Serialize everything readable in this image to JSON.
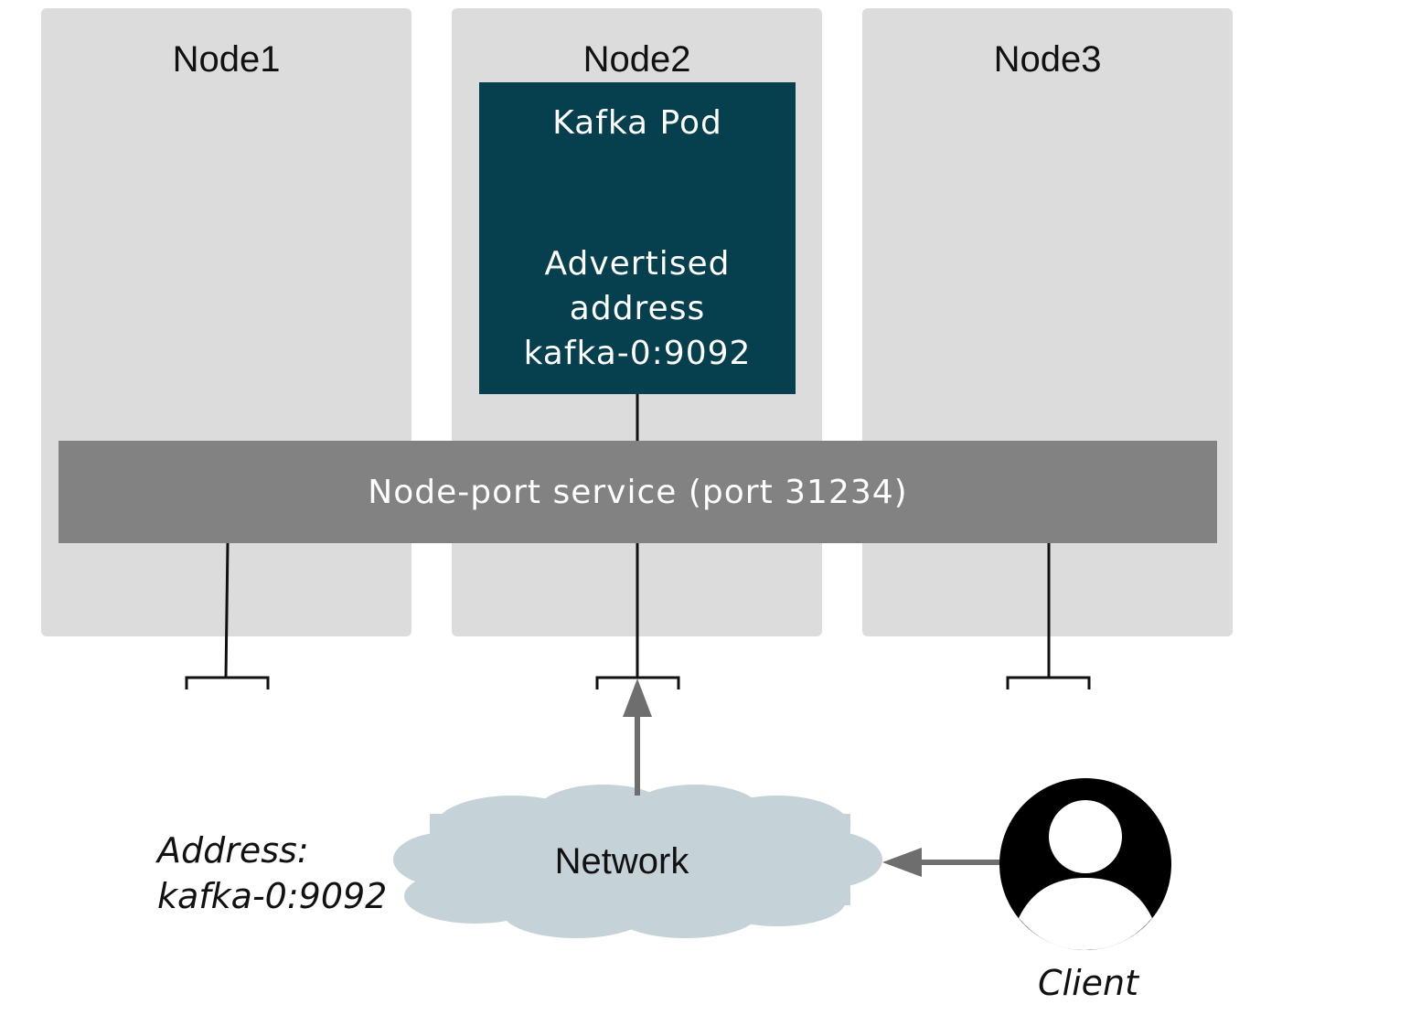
{
  "nodes": [
    {
      "title": "Node1"
    },
    {
      "title": "Node2"
    },
    {
      "title": "Node3"
    }
  ],
  "pod": {
    "title": "Kafka Pod",
    "address_lines": [
      "Advertised",
      "address",
      "kafka-0:9092"
    ]
  },
  "service": {
    "label": "Node-port service (port 31234)"
  },
  "network": {
    "label": "Network"
  },
  "address": {
    "lines": [
      "Address:",
      "kafka-0:9092"
    ]
  },
  "client": {
    "label": "Client"
  },
  "colors": {
    "node_bg": "#dcdcdc",
    "pod_bg": "#06404f",
    "service_bg": "#828282",
    "cloud": "#c5d2d8",
    "arrow": "#6e6e6e"
  }
}
